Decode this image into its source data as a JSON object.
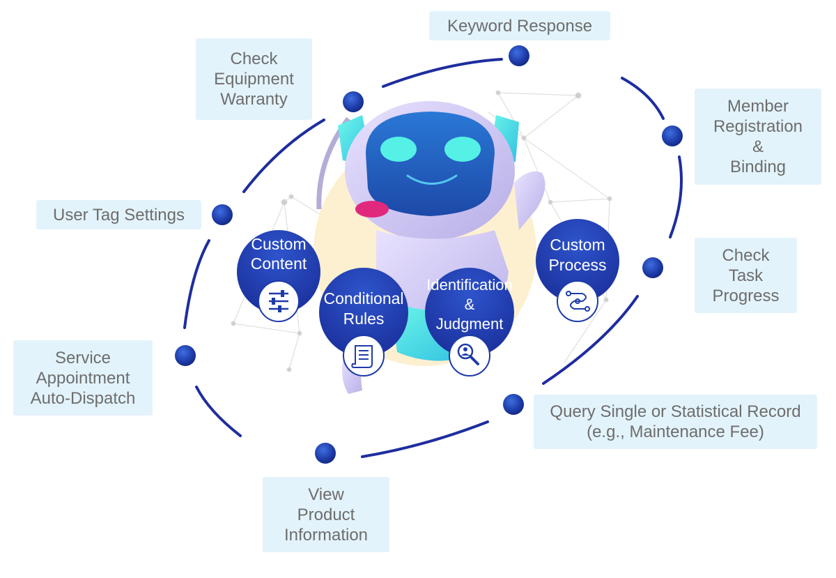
{
  "features": [
    {
      "id": "keyword",
      "label": "Keyword Response"
    },
    {
      "id": "warranty",
      "label": "Check\nEquipment\nWarranty"
    },
    {
      "id": "member",
      "label": "Member\nRegistration\n&\nBinding"
    },
    {
      "id": "usertag",
      "label": "User Tag Settings"
    },
    {
      "id": "task",
      "label": "Check\nTask\nProgress"
    },
    {
      "id": "service",
      "label": "Service\nAppointment\nAuto-Dispatch"
    },
    {
      "id": "query",
      "label": "Query Single or Statistical Record\n(e.g., Maintenance Fee)"
    },
    {
      "id": "product",
      "label": "View\nProduct\nInformation"
    }
  ],
  "core": [
    {
      "id": "custom-content",
      "line1": "Custom",
      "line2": "Content",
      "icon": "sliders-icon"
    },
    {
      "id": "conditional-rules",
      "line1": "Conditional",
      "line2": "Rules",
      "icon": "document-scroll-icon"
    },
    {
      "id": "identification",
      "line1": "Identification",
      "line2": "&",
      "line3": "Judgment",
      "icon": "user-search-icon"
    },
    {
      "id": "custom-process",
      "line1": "Custom",
      "line2": "Process",
      "icon": "flow-process-icon"
    }
  ],
  "colors": {
    "box_bg": "#e3f3fb",
    "box_text": "#6d6d6d",
    "orbit": "#1e2d9e",
    "dot": "#1f3fb0",
    "circle": "#1f3ab0",
    "robot_body": "#c8c0ee",
    "robot_face": "#1e5fc4",
    "robot_eye": "#55f0e6",
    "robot_mouth": "#e0297d",
    "halo": "#fdf0d0"
  }
}
